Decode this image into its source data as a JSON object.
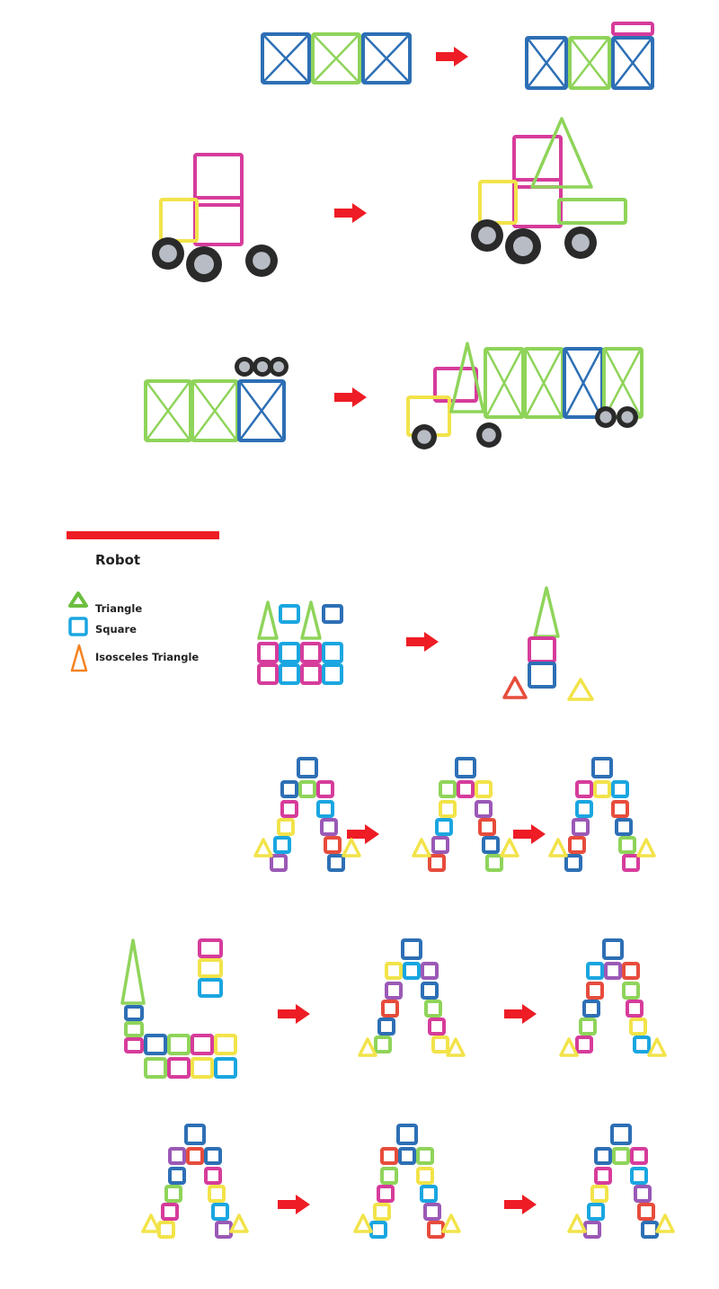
{
  "section": {
    "title": "Robot"
  },
  "legend": [
    {
      "label": "Triangle",
      "icon": "triangle-icon",
      "color": "#6cbf3f"
    },
    {
      "label": "Square",
      "icon": "square-icon",
      "color": "#1aa6e0"
    },
    {
      "label": "Isosceles Triangle",
      "icon": "isosceles-triangle-icon",
      "color": "#f58220"
    }
  ],
  "colors": {
    "accent": "#ee1c25",
    "blue": "#2d6fb5",
    "green": "#8fd45a",
    "pink": "#d63c9b",
    "yellow": "#f2e34a",
    "wheel": "#2a2a2a"
  }
}
